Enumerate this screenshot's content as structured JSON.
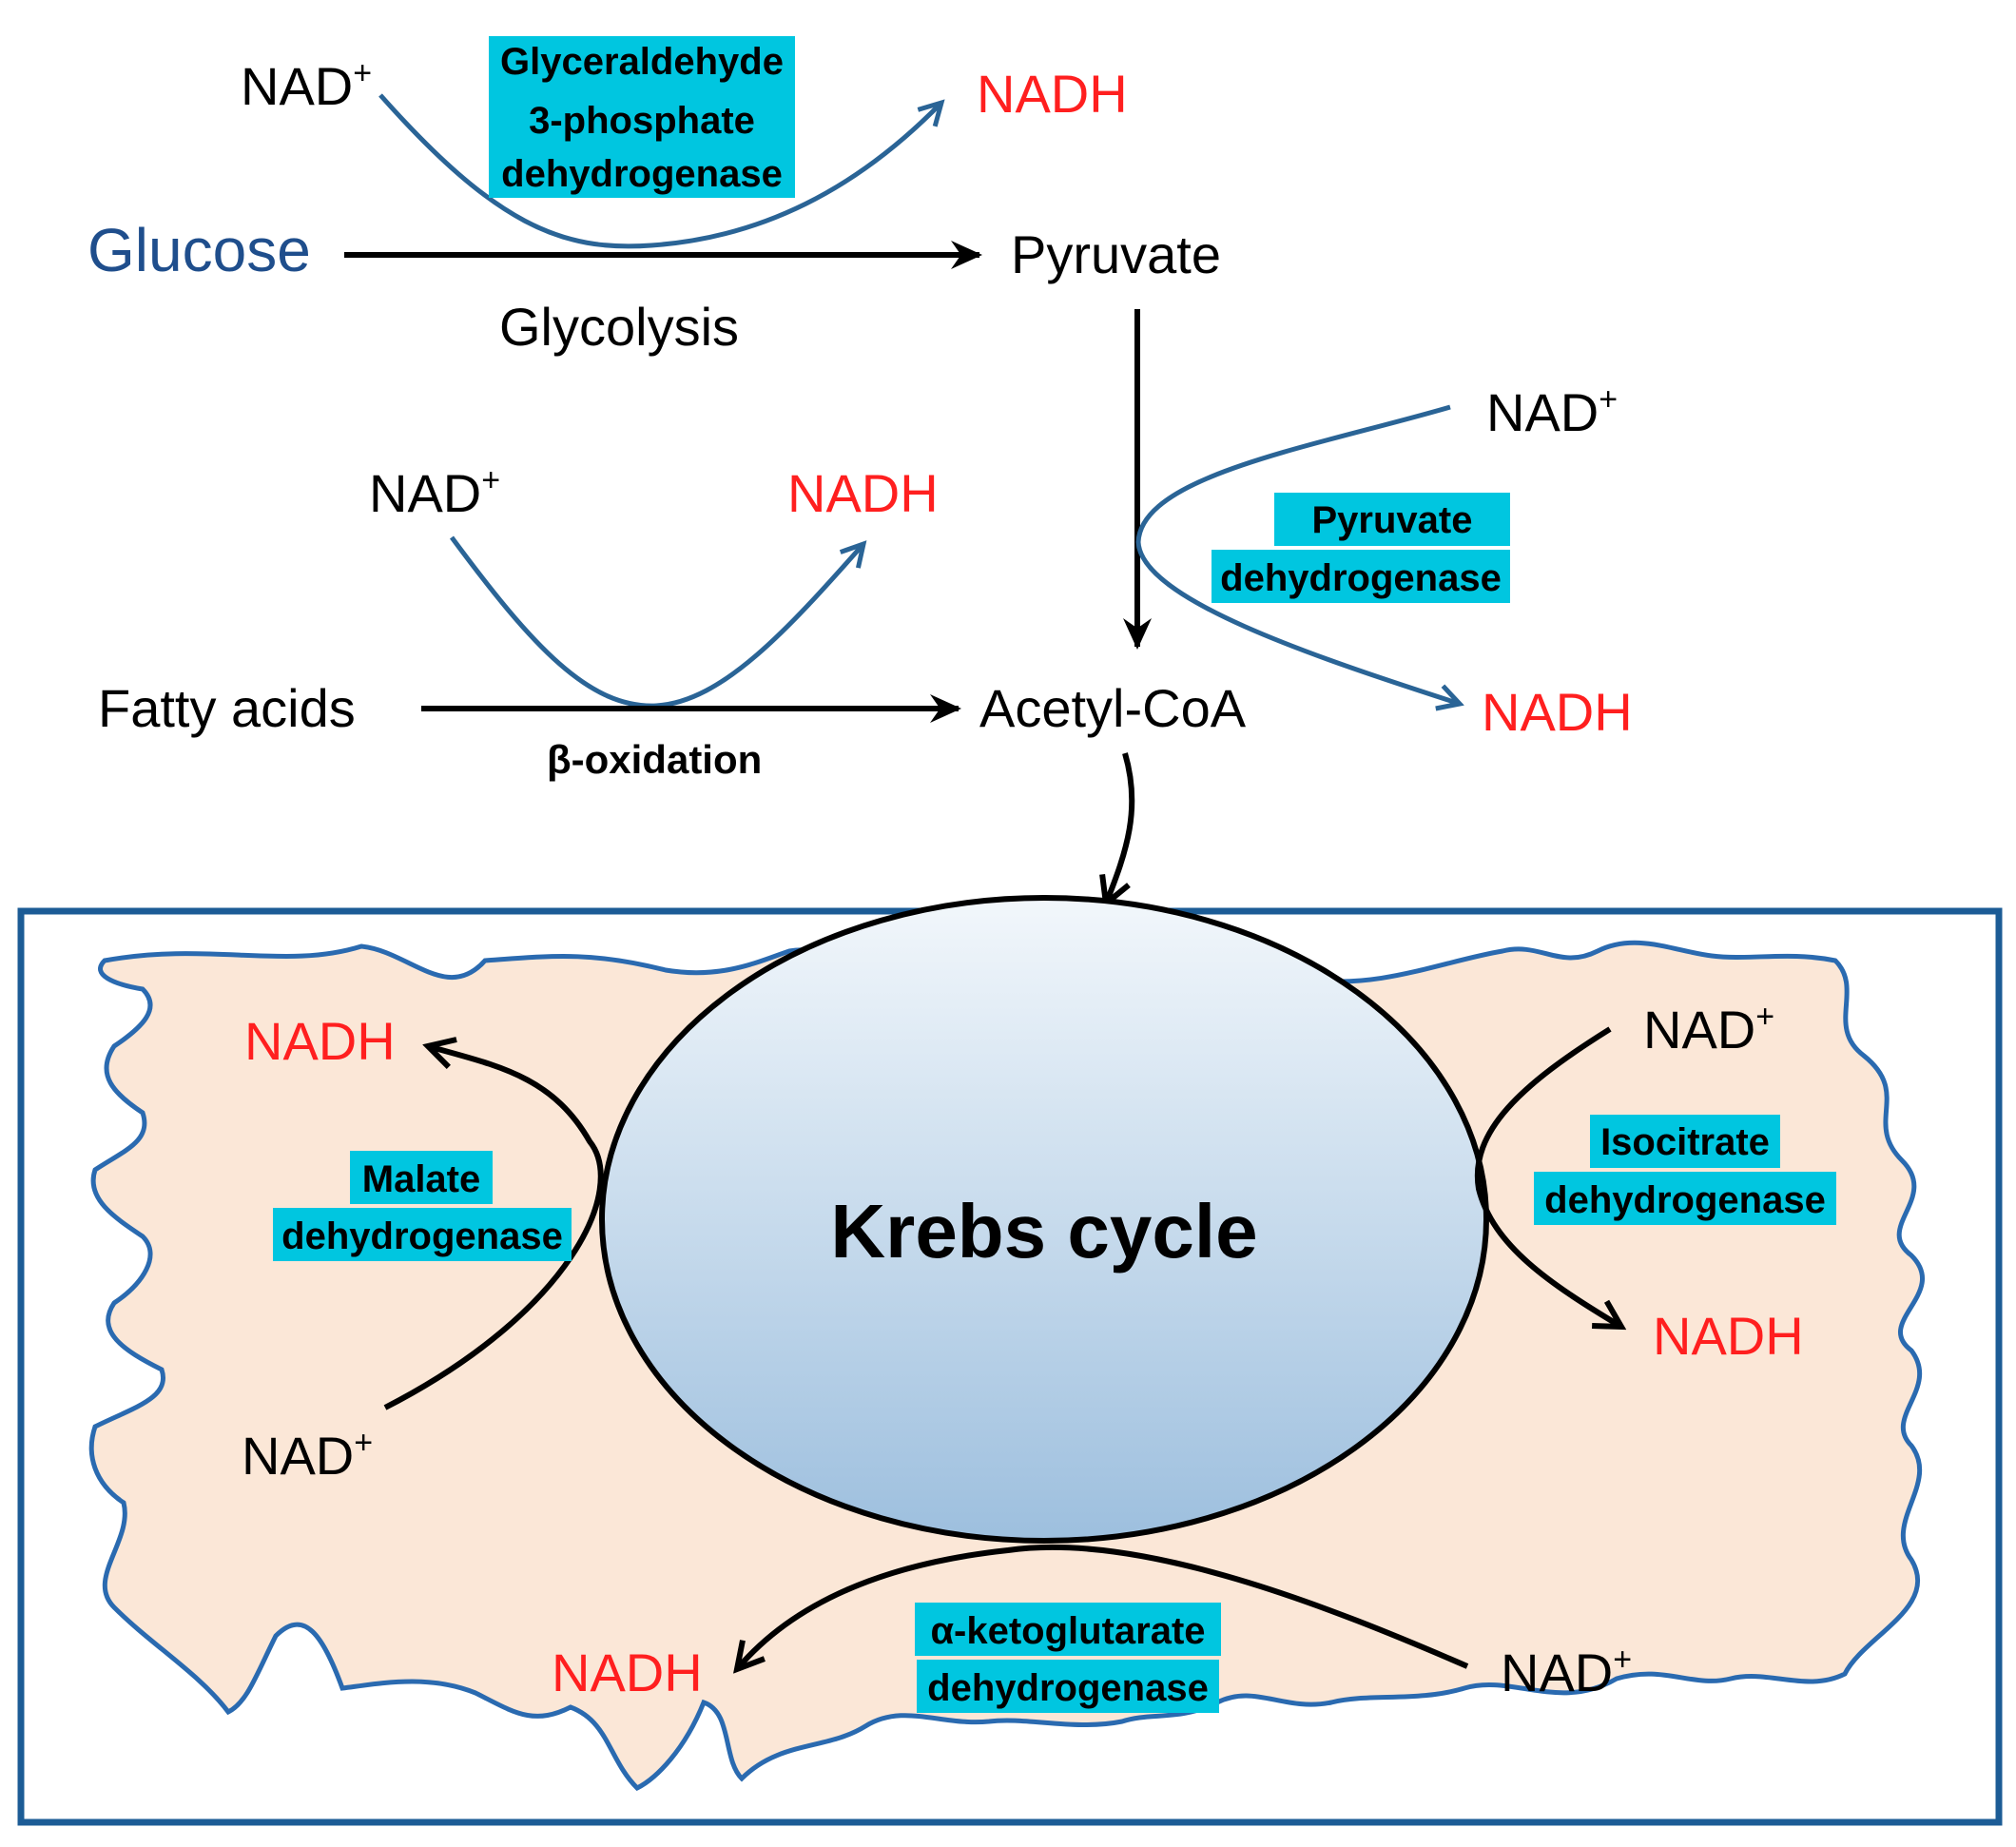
{
  "colors": {
    "black": "#000000",
    "blue_text": "#1f4e8c",
    "blue_arrow": "#2a6496",
    "nadh_red": "#ff1f1f",
    "enzyme_highlight": "#00c6e0",
    "frame_border": "#1c5c96",
    "cell_fill": "#fbe7d7",
    "cell_border": "#2a6ab0",
    "ellipse_top": "#f2f7fb",
    "ellipse_bottom": "#9dbfde"
  },
  "top": {
    "glucose": "Glucose",
    "pyruvate": "Pyruvate",
    "glycolysis": "Glycolysis",
    "gapdh_line1": "Glyceraldehyde",
    "gapdh_line2": "3-phosphate",
    "gapdh_line3": "dehydrogenase",
    "nad": "NAD",
    "nad_sup": "+",
    "nadh": "NADH"
  },
  "pdh": {
    "line1": "Pyruvate",
    "line2": "dehydrogenase",
    "nad": "NAD",
    "nad_sup": "+",
    "nadh": "NADH"
  },
  "fatty": {
    "fatty_acids": "Fatty acids",
    "beta_oxidation": "β-oxidation",
    "acetyl_coa": "Acetyl-CoA",
    "nad": "NAD",
    "nad_sup": "+",
    "nadh": "NADH"
  },
  "krebs": {
    "title": "Krebs cycle",
    "malate_line1": "Malate",
    "malate_line2": "dehydrogenase",
    "malate_nad": "NAD",
    "malate_nad_sup": "+",
    "malate_nadh": "NADH",
    "isocitrate_line1": "Isocitrate",
    "isocitrate_line2": "dehydrogenase",
    "isocitrate_nad": "NAD",
    "isocitrate_nad_sup": "+",
    "isocitrate_nadh": "NADH",
    "akg_line1": "α-ketoglutarate",
    "akg_line2": "dehydrogenase",
    "akg_nad": "NAD",
    "akg_nad_sup": "+",
    "akg_nadh": "NADH"
  }
}
